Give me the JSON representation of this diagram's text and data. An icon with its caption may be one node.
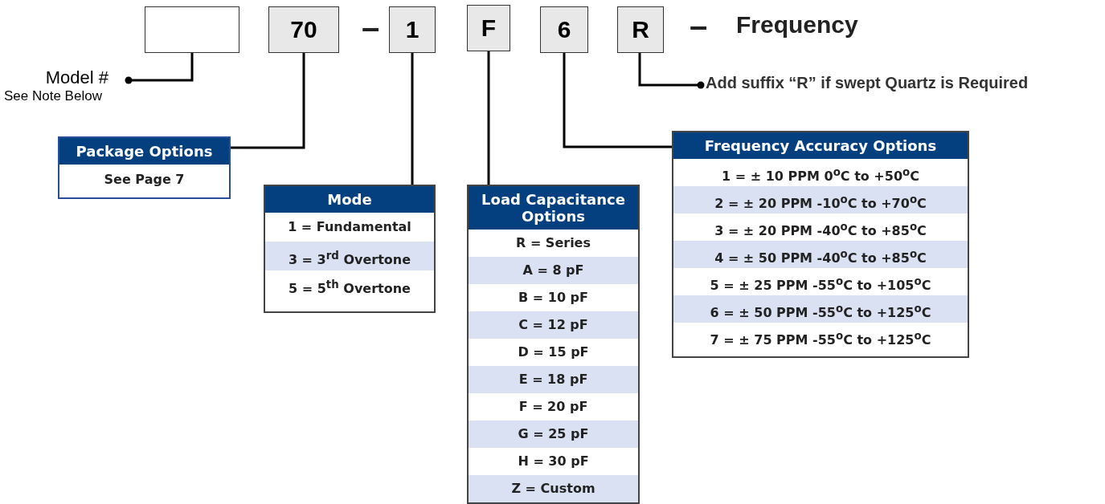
{
  "diagram": {
    "nodes": [
      {
        "text": [],
        "shape": "box"
      },
      {
        "text": [
          "70"
        ]
      },
      {
        "text": [
          "1"
        ]
      },
      {
        "text": [
          "F"
        ]
      },
      {
        "text": [
          "6"
        ]
      },
      {
        "text": [
          "R"
        ]
      },
      {
        "text": [
          "Model #",
          "See Note Below"
        ]
      },
      {
        "text": [
          "Package Options",
          "See Page 7"
        ]
      },
      {
        "text": [
          "Mode",
          "1 = Fundamental",
          "3 = 3$^{rd}$ Overtone",
          "5 = 5$^{th}$ Overtone"
        ]
      },
      {
        "text": [
          "Load Capacitance Options",
          "R = Series",
          "A = 8 pF",
          "B = 10 pF",
          "C = 12 pF",
          "D = 15 pF",
          "E = 18 pF",
          "F = 20 pF",
          "G = 25 pF",
          "H = 30 pF",
          "Z = Custom"
        ]
      },
      {
        "text": [
          "Frequency Accuracy Options",
          "1 = ± 10 PPM 0$^{o}$C to +50$^{o}$C",
          "2 = ± 20 PPM -10$^{o}$C to +70$^{o}$C",
          "3 = ± 20 PPM -40$^{o}$C to +85$^{o}$C",
          "4 = ± 50 PPM -40$^{o}$C to +85$^{o}$C",
          "5 = ± 25 PPM -55$^{o}$C to +105$^{o}$C",
          "6 = ± 50 PPM -55$^{o}$C to +125$^{o}$C",
          "7 = ± 75 PPM -55$^{o}$C to +125$^{o}$C"
        ]
      },
      {
        "text": [
          "Add suffix “R” if swept Quartz is Required"
        ]
      }
    ],
    "edges": [
      {
        "from": 0,
        "to": 6,
        "arrow": "other"
      },
      {
        "from": 1,
        "to": 7,
        "arrow": "none"
      },
      {
        "from": 2,
        "to": 8,
        "arrow": "none"
      },
      {
        "from": 3,
        "to": 9,
        "arrow": "none"
      },
      {
        "from": 4,
        "to": 10,
        "arrow": "none"
      },
      {
        "from": 5,
        "to": 11,
        "arrow": "other"
      }
    ],
    "labels": [
      "–",
      "–",
      "Frequency"
    ]
  }
}
